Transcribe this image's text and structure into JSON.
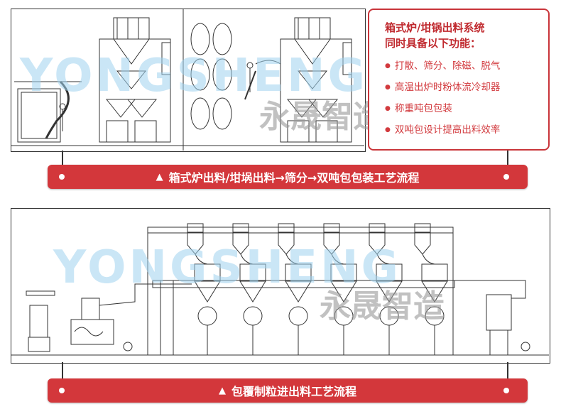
{
  "top_callout": {
    "title_line1": "箱式炉/坩锅出料系统",
    "title_line2": "同时具备以下功能：",
    "features": [
      "打散、筛分、除磁、脱气",
      "高温出炉时粉体流冷却器",
      "称重吨包包装",
      "双吨包设计提高出料效率"
    ]
  },
  "banners": {
    "top": "箱式炉出料/坩埚出料→筛分→双吨包包装工艺流程",
    "bottom": "包覆制粒进出料工艺流程"
  },
  "watermark": {
    "latin": "YONGSHENG",
    "chinese": "永晟智造"
  },
  "colors": {
    "accent": "#d3373b",
    "watermark_blue": "#9fd3ef",
    "watermark_green": "#cfe8c4"
  }
}
